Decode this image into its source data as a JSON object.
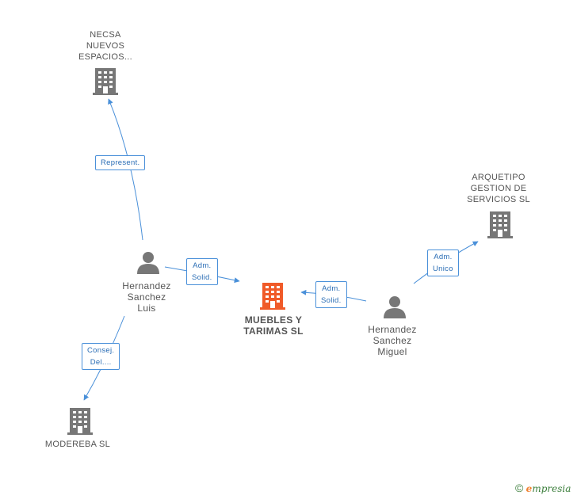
{
  "nodes": {
    "necsa": {
      "lines": [
        "NECSA",
        "NUEVOS",
        "ESPACIOS..."
      ]
    },
    "arquetipo": {
      "lines": [
        "ARQUETIPO",
        "GESTION DE",
        "SERVICIOS SL"
      ]
    },
    "muebles": {
      "lines": [
        "MUEBLES Y",
        "TARIMAS  SL"
      ]
    },
    "luis": {
      "lines": [
        "Hernandez",
        "Sanchez",
        "Luis"
      ]
    },
    "miguel": {
      "lines": [
        "Hernandez",
        "Sanchez",
        "Miguel"
      ]
    },
    "modereba": {
      "lines": [
        "MODEREBA  SL"
      ]
    }
  },
  "edges": {
    "represent": {
      "lines": [
        "Represent."
      ]
    },
    "adm_solid_luis": {
      "lines": [
        "Adm.",
        "Solid."
      ]
    },
    "adm_solid_miguel": {
      "lines": [
        "Adm.",
        "Solid."
      ]
    },
    "adm_unico": {
      "lines": [
        "Adm.",
        "Unico"
      ]
    },
    "consej": {
      "lines": [
        "Consej.",
        "Del...."
      ]
    }
  },
  "colors": {
    "company": "#777777",
    "company_main": "#f05a28",
    "person": "#777777",
    "edge": "#4a90d9"
  },
  "footer": {
    "copyright": "©",
    "brand_initial": "e",
    "brand_rest": "mpresia"
  }
}
